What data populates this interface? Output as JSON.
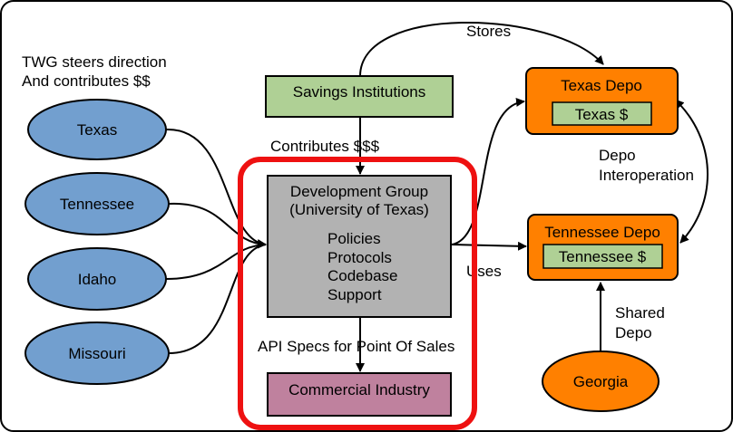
{
  "intro": {
    "line1": "TWG steers direction",
    "line2": "And contributes $$"
  },
  "states": {
    "texas": "Texas",
    "tennessee": "Tennessee",
    "idaho": "Idaho",
    "missouri": "Missouri",
    "georgia": "Georgia"
  },
  "savings": {
    "label": "Savings Institutions"
  },
  "dev_group": {
    "title_line1": "Development Group",
    "title_line2": "(University of Texas)",
    "items": [
      "Policies",
      "Protocols",
      "Codebase",
      "Support"
    ]
  },
  "commercial": {
    "label": "Commercial Industry"
  },
  "depos": {
    "texas": {
      "title": "Texas Depo",
      "currency": "Texas $"
    },
    "tennessee": {
      "title": "Tennessee Depo",
      "currency": "Tennessee $"
    }
  },
  "edge_labels": {
    "stores": "Stores",
    "contributes": "Contributes  $$$",
    "uses": "Uses",
    "api_specs": "API Specs for Point Of Sales",
    "depo_interop_line1": "Depo",
    "depo_interop_line2": "Interoperation",
    "shared_depo_line1": "Shared",
    "shared_depo_line2": "Depo"
  },
  "colors": {
    "state_fill": "#729fcf",
    "savings_fill": "#afd095",
    "dev_fill": "#b2b2b2",
    "commercial_fill": "#bf819e",
    "depo_fill": "#ff8000",
    "depo_inner_fill": "#afd095",
    "georgia_fill": "#ff8000",
    "highlight": "#ee1111"
  }
}
